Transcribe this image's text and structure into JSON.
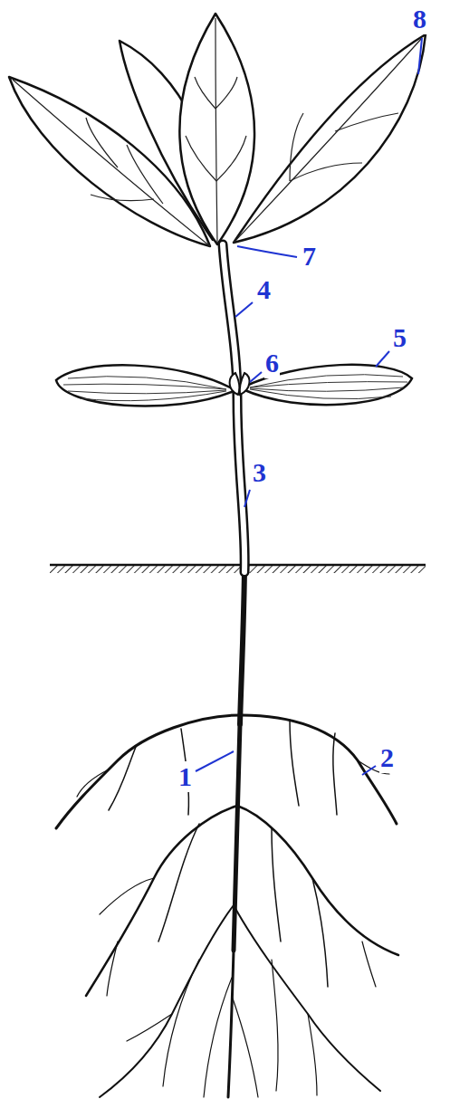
{
  "diagram": {
    "labels": [
      "8",
      "7",
      "4",
      "5",
      "6",
      "3",
      "2",
      "1"
    ]
  }
}
